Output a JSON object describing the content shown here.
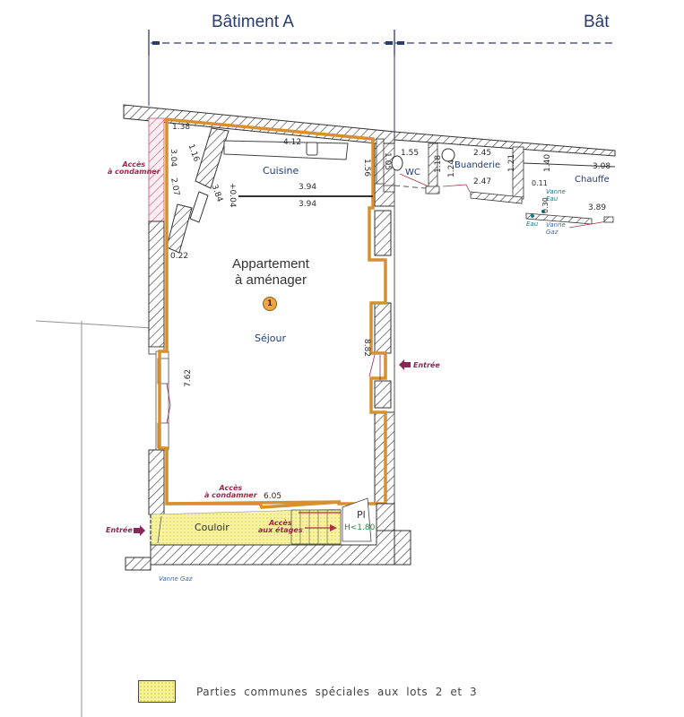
{
  "buildings": {
    "a_label": "Bâtiment A",
    "b_label_partial": "Bât"
  },
  "apartment": {
    "title_line1": "Appartement",
    "title_line2": "à aménager",
    "lot_number": "1"
  },
  "rooms": {
    "cuisine": "Cuisine",
    "sejour": "Séjour",
    "wc": "WC",
    "buanderie": "Buanderie",
    "chauffe_partial": "Chauffe",
    "couloir": "Couloir",
    "placard": "Pl"
  },
  "dimensions": {
    "cuisine_top_left": "1.38",
    "cuisine_diag": "1.16",
    "cuisine_left": "3.04",
    "left_lower": "2.07",
    "cuisine_worktop": "4.12",
    "cuisine_wall_diag": "3.84",
    "height_mark": "+0.04",
    "cuisine_width_top": "3.94",
    "cuisine_width_bottom": "3.94",
    "cuisine_right": "1.56",
    "left_small": "0.22",
    "sejour_left": "7.62",
    "sejour_right": "8.82",
    "sejour_bottom": "6.05",
    "wc_left": "1.05",
    "wc_width": "1.55",
    "wc_right": "1.18",
    "buanderie_left": "1.24",
    "buanderie_top": "2.45",
    "buanderie_bottom": "2.47",
    "buanderie_right": "1.21",
    "chauffe_left": "1.40",
    "chauffe_small1": "0.11",
    "chauffe_small2": "0.30",
    "chauffe_top": "3.08",
    "chauffe_bottom": "3.89",
    "placard_height": "H<1.80"
  },
  "annotations": {
    "acces_condamner_left_1": "Accès",
    "acces_condamner_left_2": "à condamner",
    "acces_condamner_bottom_1": "Accès",
    "acces_condamner_bottom_2": "à condamner",
    "acces_etages_1": "Accès",
    "acces_etages_2": "aux étages",
    "entree_right": "Entrée",
    "entree_left": "Entrée",
    "vanne_eau_1": "Vanne",
    "vanne_eau_2": "Eau",
    "eau": "Eau",
    "vanne_gaz_1": "Vanne",
    "vanne_gaz_2": "Gaz",
    "vanne_gaz_bottom": "Vanne Gaz"
  },
  "legend": {
    "label": "Parties communes spéciales aux lots 2 et 3",
    "swatch_color": "#f6f29a"
  },
  "colors": {
    "building_dim_line": "#2a3b6e",
    "apartment_outline": "#d98f2e",
    "access_text": "#a1264a",
    "entry_arrow": "#8c2457",
    "common_area_fill": "#f6f29a",
    "water_text": "#1b7a8c",
    "gas_text": "#3a69b3"
  }
}
